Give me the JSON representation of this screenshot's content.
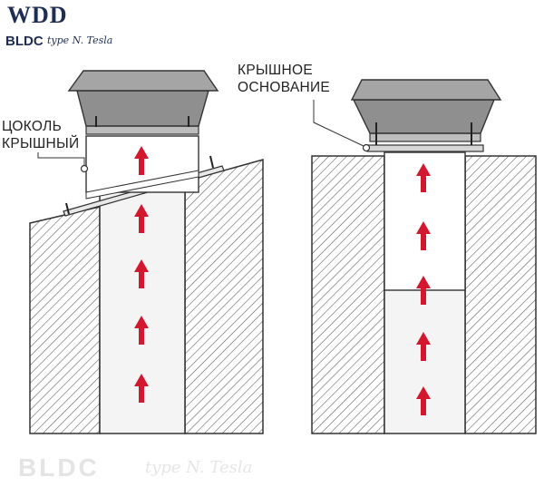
{
  "logo": {
    "brand": "WDD",
    "sub_brand": "BLDC",
    "signature": "type N. Tesla"
  },
  "labels": {
    "left_line1": "ЦОКОЛЬ",
    "left_line2": "КРЫШНЫЙ",
    "right_line1": "КРЫШНОЕ",
    "right_line2": "ОСНОВАНИЕ"
  },
  "watermark": {
    "text": "BLDC",
    "signature": "type N. Tesla"
  },
  "colors": {
    "arrow": "#d3172e",
    "fan_body": "#8f8f8f",
    "fan_top": "#a5a5a5",
    "hatch": "#555555",
    "outline": "#333333"
  },
  "icons": [
    "fan-housing-icon",
    "airflow-arrow-icon",
    "screw-icon"
  ]
}
